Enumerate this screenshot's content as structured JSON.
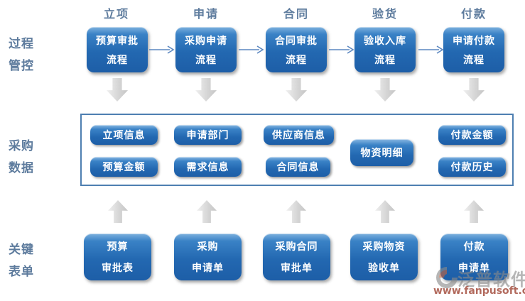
{
  "row_labels": [
    {
      "line1": "过程",
      "line2": "管控"
    },
    {
      "line1": "采购",
      "line2": "数据"
    },
    {
      "line1": "关键",
      "line2": "表单"
    }
  ],
  "columns": [
    {
      "header": "立项",
      "process_line1": "预算审批",
      "process_line2": "流程",
      "data_pills": [
        "立项信息",
        "预算金额"
      ],
      "form_line1": "预算",
      "form_line2": "审批表"
    },
    {
      "header": "申请",
      "process_line1": "采购申请",
      "process_line2": "流程",
      "data_pills": [
        "申请部门",
        "需求信息"
      ],
      "form_line1": "采购",
      "form_line2": "申请单"
    },
    {
      "header": "合同",
      "process_line1": "合同审批",
      "process_line2": "流程",
      "data_pills": [
        "供应商信息",
        "合同信息"
      ],
      "form_line1": "采购合同",
      "form_line2": "审批单"
    },
    {
      "header": "验货",
      "process_line1": "验收入库",
      "process_line2": "流程",
      "data_pills": [
        "物资明细"
      ],
      "form_line1": "采购物资",
      "form_line2": "验收单"
    },
    {
      "header": "付款",
      "process_line1": "申请付款",
      "process_line2": "流程",
      "data_pills": [
        "付款金额",
        "付款历史"
      ],
      "form_line1": "付款",
      "form_line2": "申请单"
    }
  ],
  "watermark": {
    "brand": "泛普软件",
    "url": "www.fanpusoft.com"
  },
  "colors": {
    "box_blue": "#2368b1",
    "panel_border": "#4e7fb1",
    "label_blue": "#5d7b9d",
    "block_arrow_gray": "#d4d4d4",
    "flow_arrow_blue": "#5b87c0",
    "watermark_url_red": "#aa5a4c"
  }
}
